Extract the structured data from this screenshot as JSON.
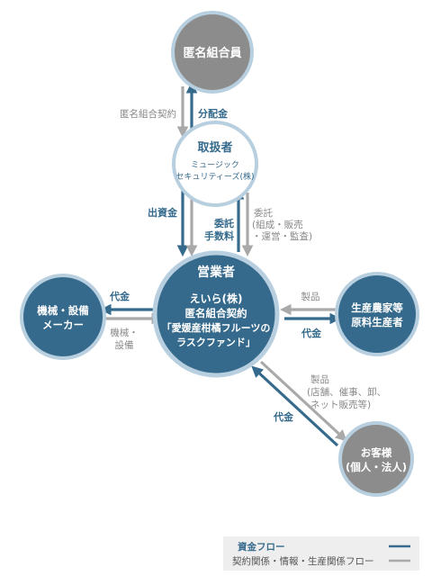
{
  "nodes": {
    "investors": {
      "title": "匿名組合員"
    },
    "handler": {
      "title": "取扱者",
      "line1": "ミュージック",
      "line2": "セキュリティーズ(株)"
    },
    "operator": {
      "title": "営業者",
      "line1": "えいら(株)",
      "line2": "匿名組合契約",
      "line3": "「愛媛産柑橘フルーツの",
      "line4": "ラスクファンド」"
    },
    "maker": {
      "line1": "機械・設備",
      "line2": "メーカー"
    },
    "farmers": {
      "line1": "生産農家等",
      "line2": "原料生産者"
    },
    "customers": {
      "line1": "お客様",
      "line2": "(個人・法人)"
    }
  },
  "labels": {
    "contract": "匿名組合契約",
    "distribution": "分配金",
    "investment": "出資金",
    "fee_line1": "委託",
    "fee_line2": "手数料",
    "entrust_line1": "委託",
    "entrust_line2": "(組成・販売",
    "entrust_line3": "・運営・監査)",
    "maker_payment": "代金",
    "maker_goods_line1": "機械・",
    "maker_goods_line2": "設備",
    "farm_products": "製品",
    "farm_payment": "代金",
    "cust_products_line1": "製品",
    "cust_products_line2": "(店舗、催事、卸、",
    "cust_products_line3": "ネット販売等)",
    "cust_payment": "代金"
  },
  "legend": {
    "money_flow": "資金フロー",
    "info_flow": "契約関係・情報・生産関係フロー"
  },
  "colors": {
    "node_gray": "#8c8c8c",
    "node_ring": "#b8cfe0",
    "node_blue": "#356a8c",
    "money_line": "#356a8c",
    "info_line": "#a9a9a9"
  }
}
